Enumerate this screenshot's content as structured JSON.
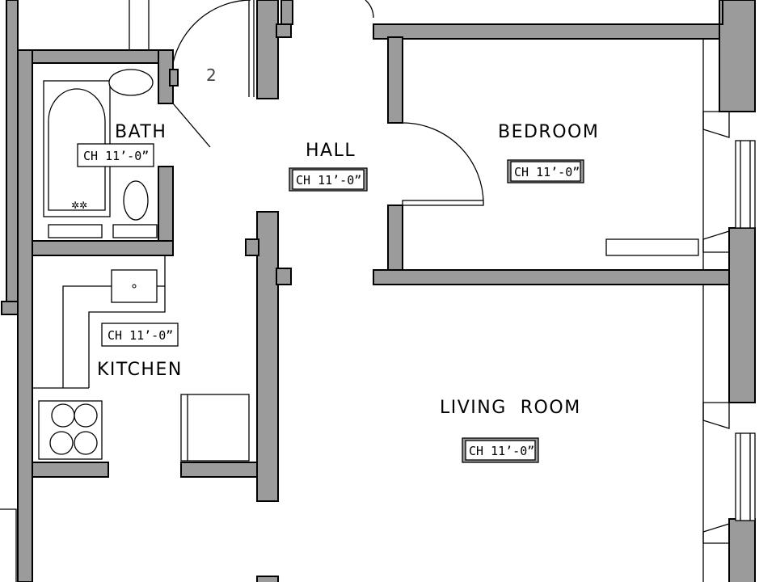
{
  "rooms": {
    "bath": {
      "label": "BATH",
      "ceiling": "CH 11’-0”"
    },
    "hall": {
      "label": "HALL",
      "ceiling": "CH 11’-0”"
    },
    "bedroom": {
      "label": "BEDROOM",
      "ceiling": "CH 11’-0”"
    },
    "kitchen": {
      "label": "KITCHEN",
      "ceiling": "CH 11’-0”"
    },
    "living_room": {
      "label": "LIVING  ROOM",
      "ceiling": "CH 11’-0”"
    }
  },
  "door_number": "2",
  "colors": {
    "wall": "#9b9b9b",
    "line": "#000000",
    "background": "#ffffff"
  }
}
